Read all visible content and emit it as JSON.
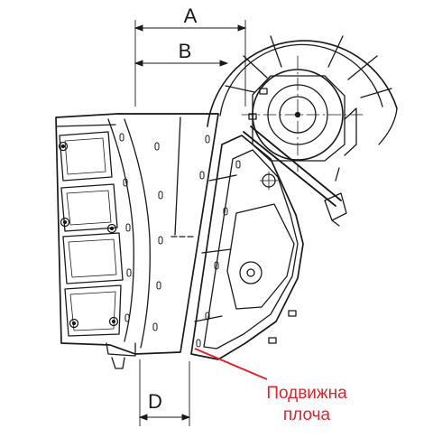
{
  "labels": {
    "dim_a": "A",
    "dim_b": "B",
    "dim_d": "D",
    "callout_line1": "Подвижна",
    "callout_line2": "плоча"
  },
  "colors": {
    "ink": "#1a1a1a",
    "callout": "#e8202a",
    "background": "#ffffff"
  }
}
